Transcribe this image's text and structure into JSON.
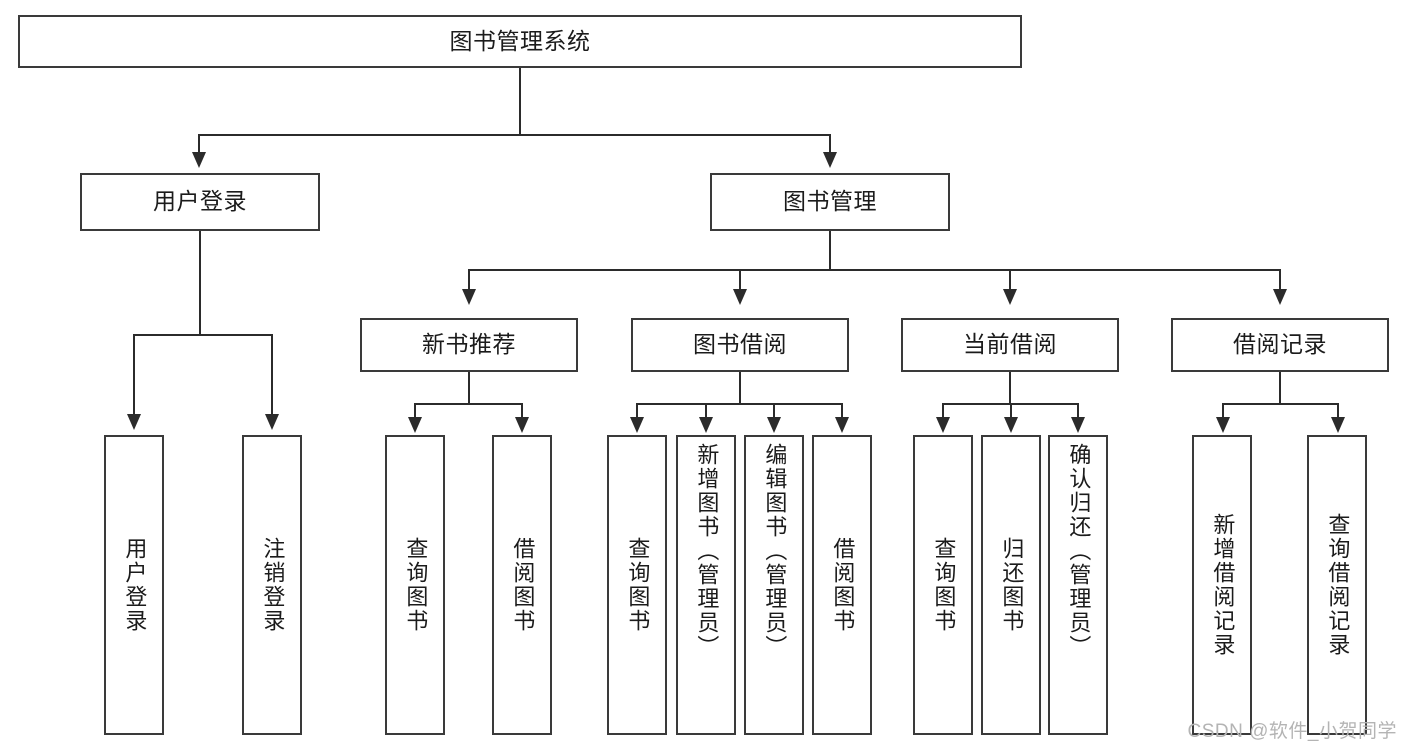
{
  "diagram": {
    "type": "tree-hierarchy",
    "title": "图书管理系统",
    "root": {
      "label": "图书管理系统"
    },
    "level2": [
      {
        "label": "用户登录"
      },
      {
        "label": "图书管理"
      }
    ],
    "level3": [
      {
        "label": "新书推荐"
      },
      {
        "label": "图书借阅"
      },
      {
        "label": "当前借阅"
      },
      {
        "label": "借阅记录"
      }
    ],
    "leaves": {
      "user_login": [
        {
          "label": "用户登录"
        },
        {
          "label": "注销登录"
        }
      ],
      "new_book_recommend": [
        {
          "label": "查询图书"
        },
        {
          "label": "借阅图书"
        }
      ],
      "book_borrow": [
        {
          "label": "查询图书"
        },
        {
          "label": "新增图书（管理员）"
        },
        {
          "label": "编辑图书（管理员）"
        },
        {
          "label": "借阅图书"
        }
      ],
      "current_borrow": [
        {
          "label": "查询图书"
        },
        {
          "label": "归还图书"
        },
        {
          "label": "确认归还（管理员）"
        }
      ],
      "borrow_record": [
        {
          "label": "新增借阅记录"
        },
        {
          "label": "查询借阅记录"
        }
      ]
    }
  },
  "watermark": {
    "text": "CSDN @软件_小贺同学"
  },
  "colors": {
    "box_border": "#3a3a3a",
    "connector": "#2b2b2b",
    "text": "#1b1b1b",
    "background": "#ffffff",
    "watermark": "#b4b4b4"
  }
}
